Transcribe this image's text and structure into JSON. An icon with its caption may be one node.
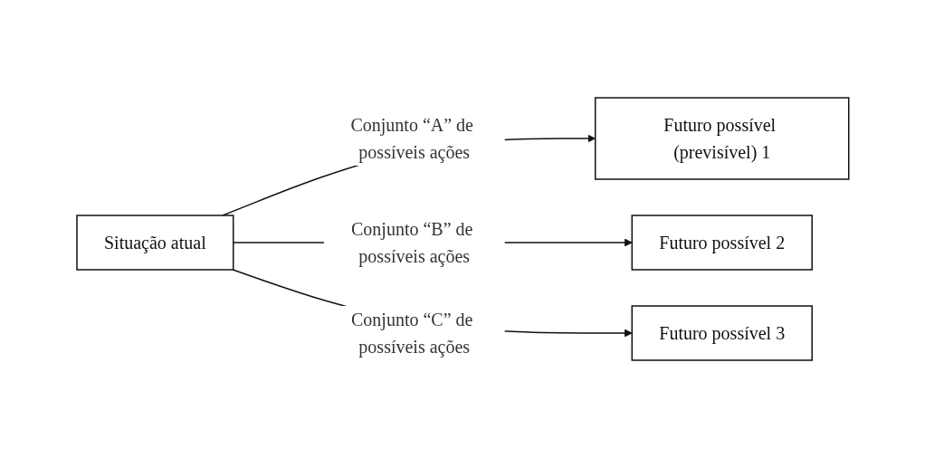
{
  "diagram": {
    "nodes": [
      {
        "text": [
          "Situação atual"
        ]
      },
      {
        "text": [
          "Futuro possível (previsível) 1"
        ]
      },
      {
        "text": [
          "Futuro possível 2"
        ]
      },
      {
        "text": [
          "Futuro possível 3"
        ]
      }
    ],
    "edges": [
      {
        "from": 0,
        "to": 1,
        "arrow": "to",
        "label": "Conjunto “A” de possíveis ações"
      },
      {
        "from": 0,
        "to": 2,
        "arrow": "to",
        "label": "Conjunto “B” de possíveis ações"
      },
      {
        "from": 0,
        "to": 3,
        "arrow": "to",
        "label": "Conjunto “C” de possíveis ações"
      }
    ]
  }
}
